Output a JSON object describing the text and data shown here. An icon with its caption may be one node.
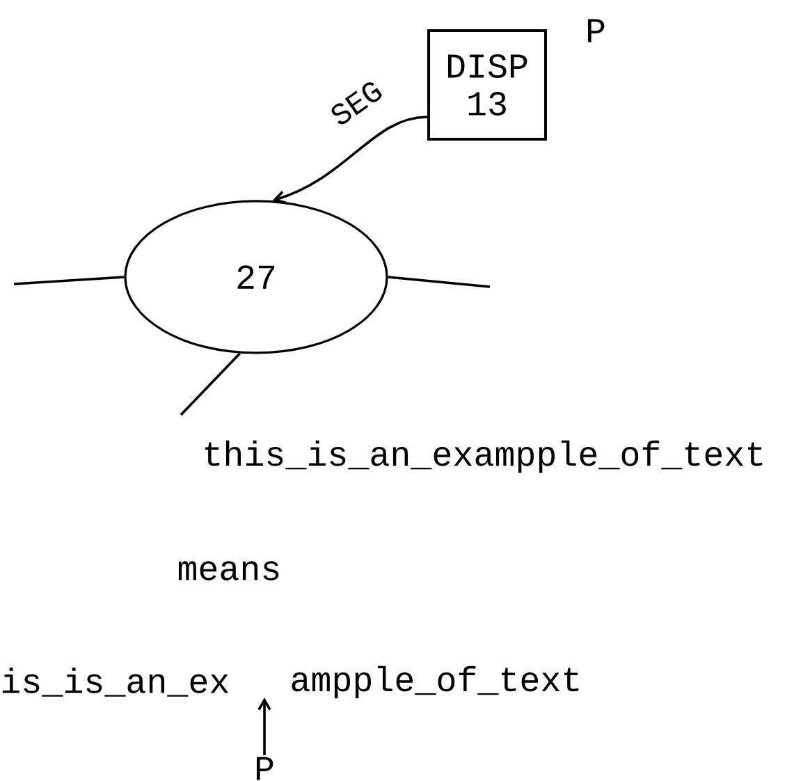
{
  "diagram": {
    "nodes": [
      {
        "text": [
          "DISP 13"
        ],
        "beside": [
          "P"
        ]
      },
      {
        "text": [
          "27"
        ]
      },
      {
        "text": [
          "P"
        ]
      }
    ],
    "edges": [
      {
        "from": 0,
        "to": 1,
        "arrow": "to",
        "label": "SEG"
      },
      {
        "from": 1,
        "to": null,
        "arrow": "none"
      },
      {
        "from": 1,
        "to": null,
        "arrow": "none"
      },
      {
        "from": 1,
        "to": null,
        "arrow": "none"
      },
      {
        "from": 2,
        "to": null,
        "arrow": "to"
      }
    ],
    "labels": [
      "this_is_an_exampple_of_text",
      "means",
      "is_is_an_ex",
      "ampple_of_text"
    ]
  }
}
